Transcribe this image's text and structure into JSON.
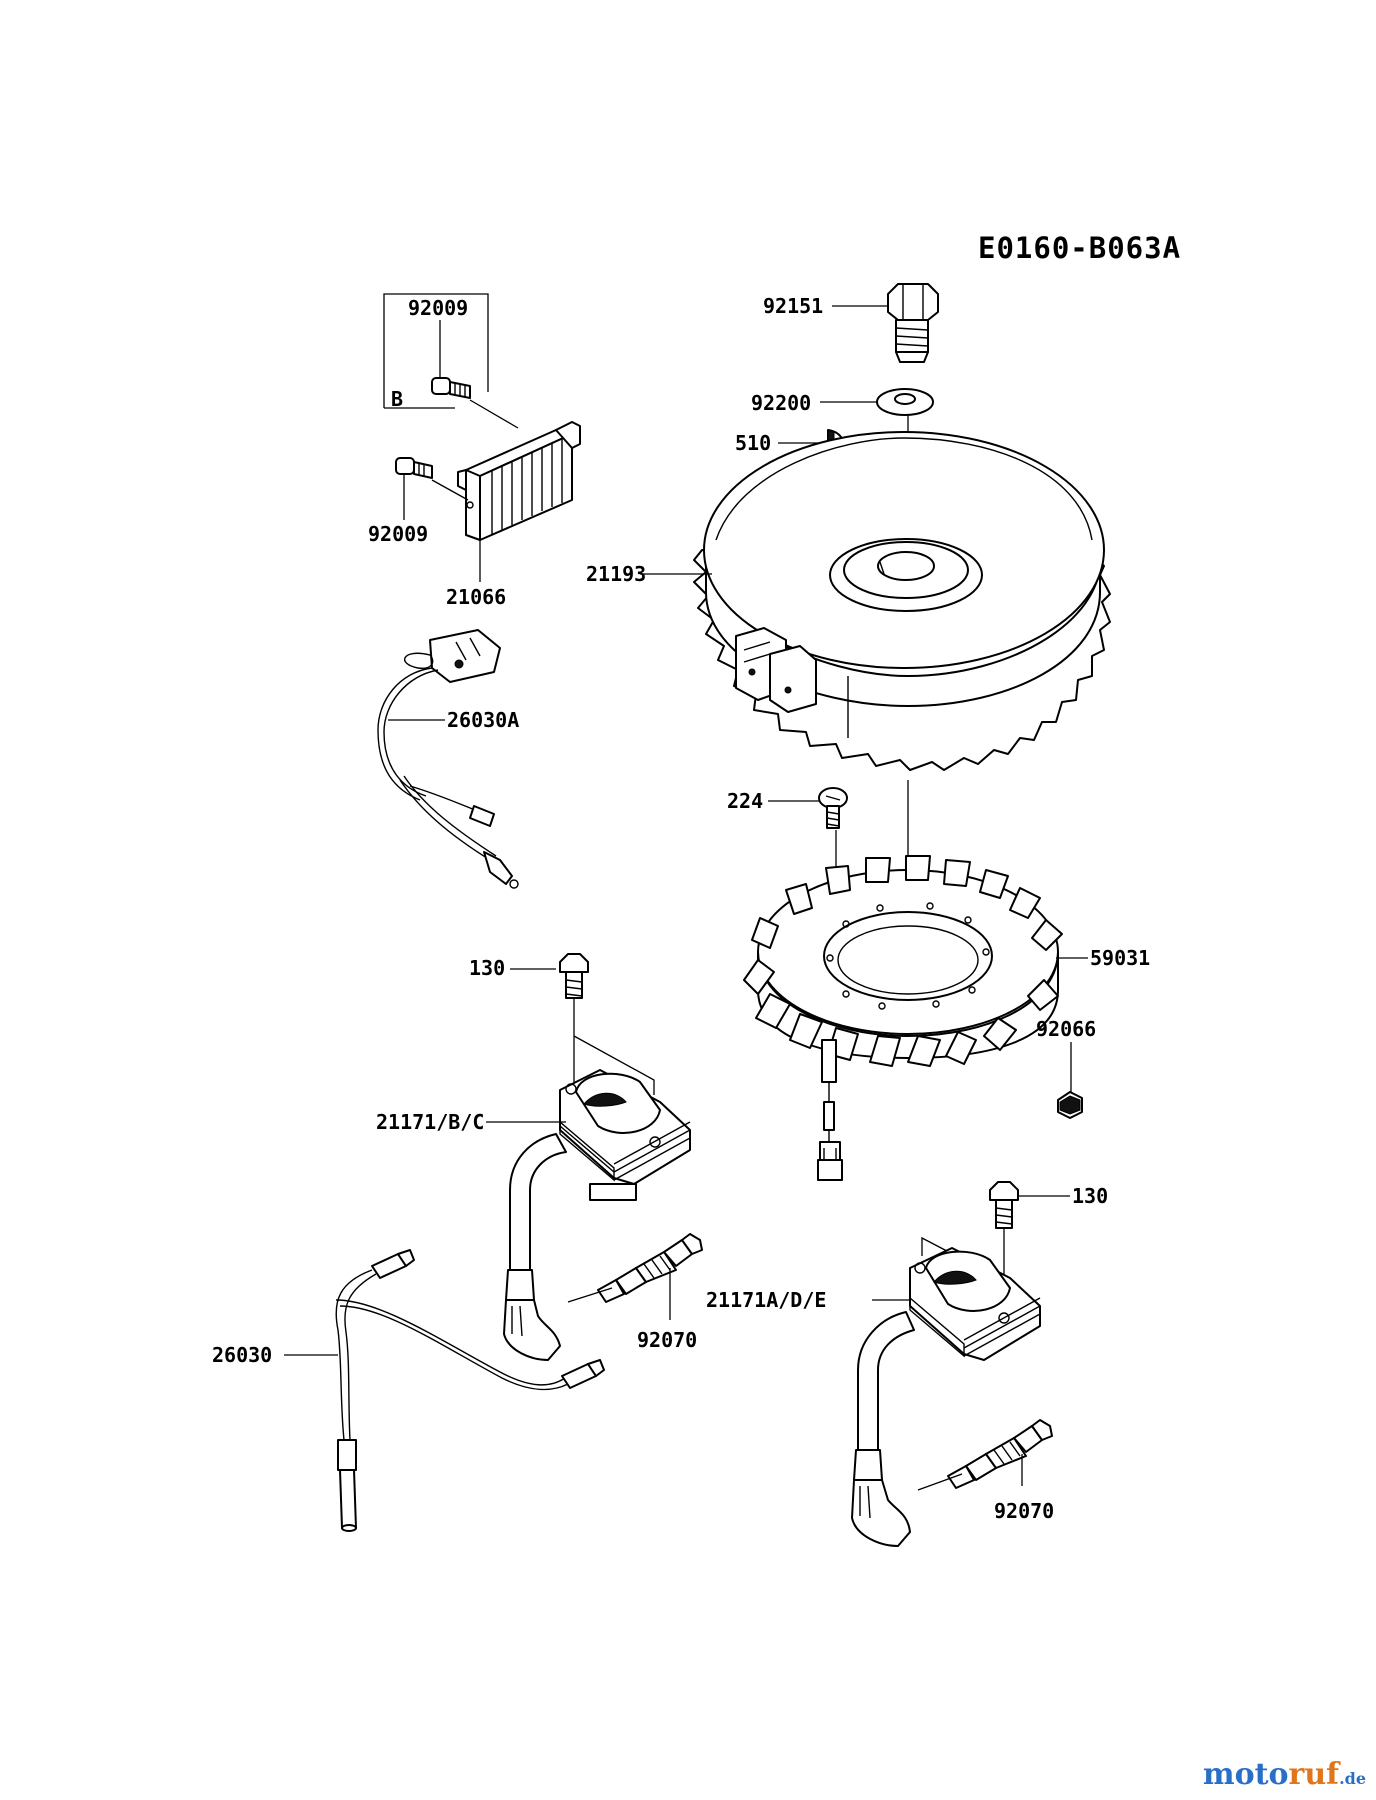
{
  "diagram_code": "E0160-B063A",
  "group_label": "B",
  "part_labels": {
    "bolt_flywheel": "92151",
    "washer_flywheel": "92200",
    "key": "510",
    "flywheel": "21193",
    "bolt_regulator_top": "92009",
    "bolt_regulator_bottom": "92009",
    "regulator": "21066",
    "harness_upper": "26030A",
    "screw_stator": "224",
    "stator": "59031",
    "bolt_coil_left": "130",
    "nut": "92066",
    "coil_left": "21171/B/C",
    "bolt_coil_right": "130",
    "coil_right": "21171A/D/E",
    "harness_lower": "26030",
    "plug_left": "92070",
    "plug_right": "92070"
  },
  "watermark": {
    "part1": "moto",
    "part2": "ruf",
    "part3": ".de"
  }
}
